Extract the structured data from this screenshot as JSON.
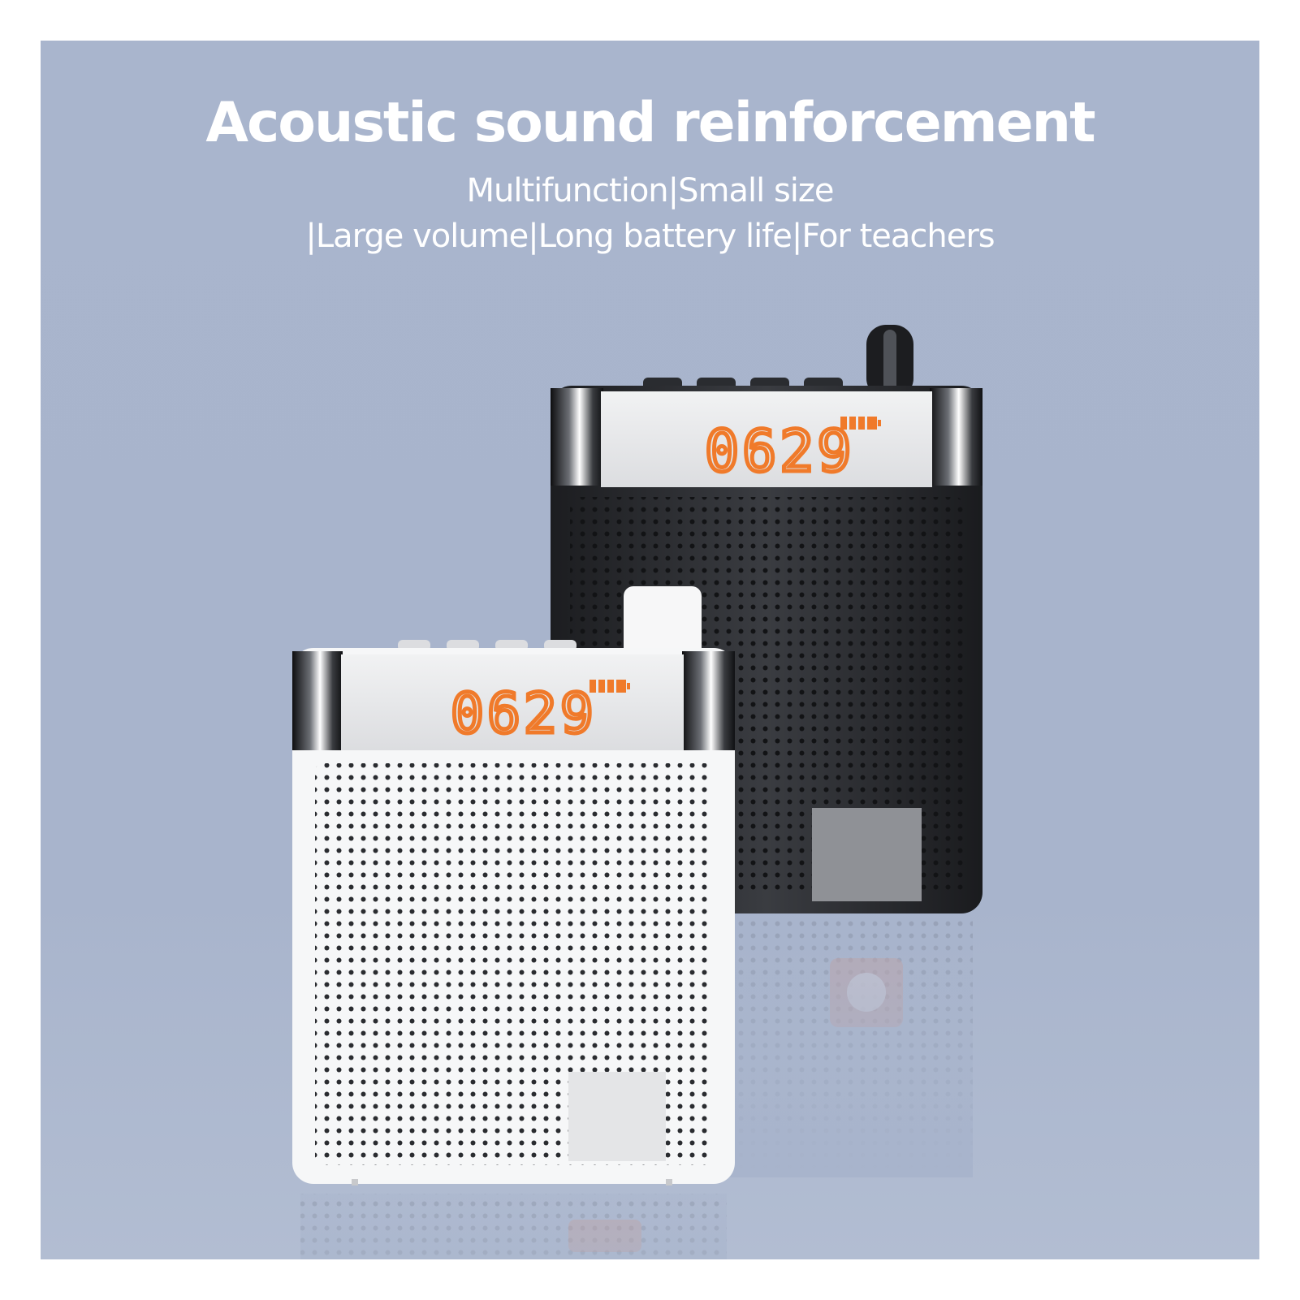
{
  "headline": "Acoustic sound reinforcement",
  "subline1": "Multifunction|Small size",
  "subline2": "|Large volume|Long battery life|For teachers",
  "speakers": {
    "black": {
      "display": "0629",
      "color": "#2b2d31"
    },
    "white": {
      "display": "0629",
      "color": "#f4f5f7"
    }
  },
  "colors": {
    "background": "#a9b5cd",
    "display_digits": "#f07a2a",
    "display_panel": "#e3e4e6"
  }
}
